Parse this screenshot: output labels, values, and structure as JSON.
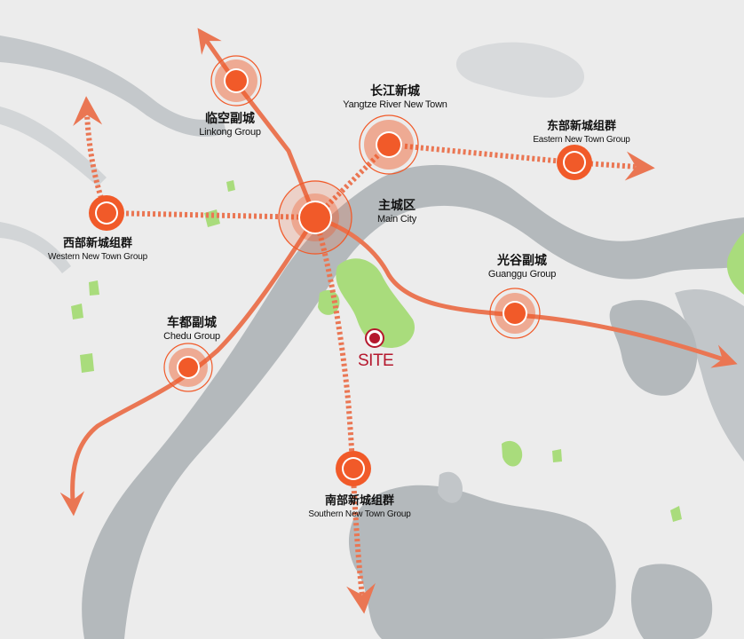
{
  "colors": {
    "background": "#ececec",
    "water": "#b4b9bc",
    "green_space": "#a9dc7c",
    "corridor": "#ea7653",
    "node_core": "#f15a29",
    "site": "#b5172d"
  },
  "nodes": {
    "main_city": {
      "zh": "主城区",
      "en": "Main City"
    },
    "linkong": {
      "zh": "临空副城",
      "en": "Linkong Group"
    },
    "yangtze": {
      "zh": "长江新城",
      "en": "Yangtze River New Town"
    },
    "eastern": {
      "zh": "东部新城组群",
      "en": "Eastern New Town Group"
    },
    "western": {
      "zh": "西部新城组群",
      "en": "Western New Town Group"
    },
    "chedu": {
      "zh": "车都副城",
      "en": "Chedu Group"
    },
    "guanggu": {
      "zh": "光谷副城",
      "en": "Guanggu Group"
    },
    "southern": {
      "zh": "南部新城组群",
      "en": "Southern New Town Group"
    }
  },
  "site": {
    "label": "SITE"
  }
}
